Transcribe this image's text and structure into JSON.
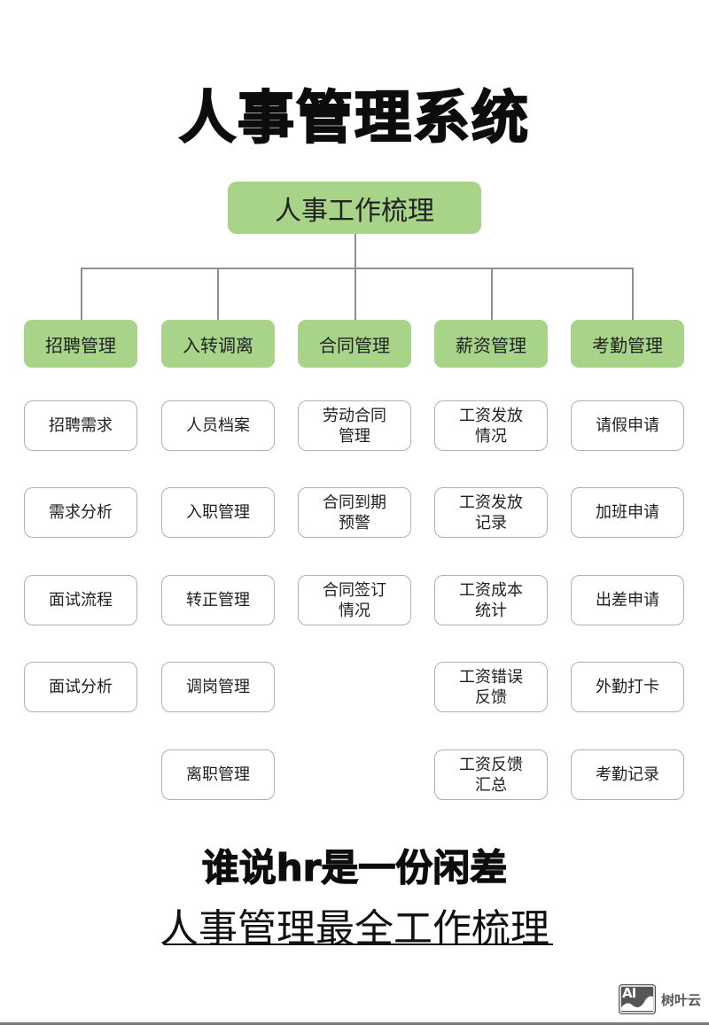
{
  "title": "人事管理系统",
  "root": {
    "label": "人事工作梳理",
    "color": "#a8d48a"
  },
  "categories": [
    {
      "label": "招聘管理",
      "items": [
        "招聘需求",
        "需求分析",
        "面试流程",
        "面试分析"
      ]
    },
    {
      "label": "入转调离",
      "items": [
        "人员档案",
        "入职管理",
        "转正管理",
        "调岗管理",
        "离职管理"
      ]
    },
    {
      "label": "合同管理",
      "items": [
        "劳动合同\n管理",
        "合同到期\n预警",
        "合同签订\n情况"
      ]
    },
    {
      "label": "薪资管理",
      "items": [
        "工资发放\n情况",
        "工资发放\n记录",
        "工资成本\n统计",
        "工资错误\n反馈",
        "工资反馈\n汇总"
      ]
    },
    {
      "label": "考勤管理",
      "items": [
        "请假申请",
        "加班申请",
        "出差申请",
        "外勤打卡",
        "考勤记录"
      ]
    }
  ],
  "footer": {
    "slogan_line1": "谁说hr是一份闲差",
    "slogan_line2": "人事管理最全工作梳理"
  },
  "watermark": {
    "icon_text": "AI",
    "brand": "树叶云"
  },
  "colors": {
    "category_fill": "#a8d48a",
    "item_border": "#b0b0b0",
    "connector": "#8f8f8f"
  }
}
